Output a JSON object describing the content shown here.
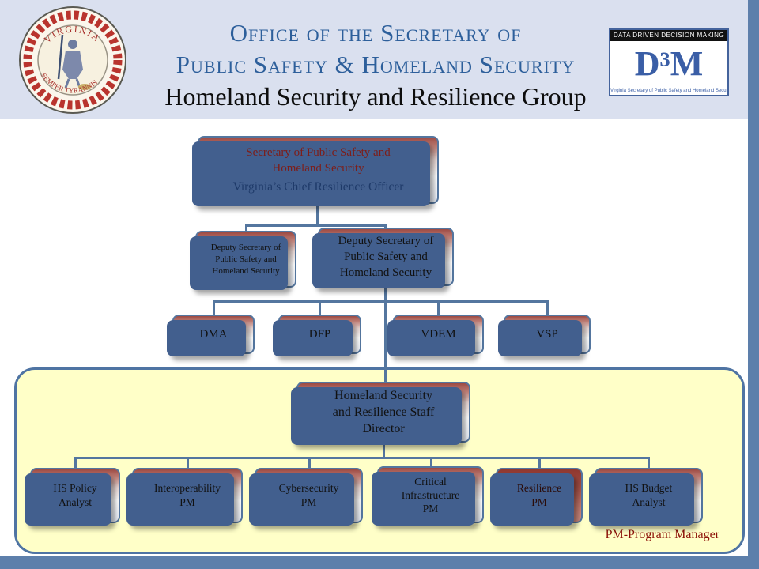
{
  "header": {
    "title_line1": "Office of the Secretary of",
    "title_line2": "Public Safety & Homeland Security",
    "subtitle": "Homeland Security and Resilience Group",
    "d3m_logo": {
      "tagline": "DATA DRIVEN DECISION MAKING",
      "wordmark": "D³M",
      "caption": "Virginia Secretary of Public Safety and Homeland Security"
    },
    "seal": {
      "top_text": "VIRGINIA",
      "bottom_text": "SEMPER TYRANNIS"
    }
  },
  "org_chart": {
    "secretary": {
      "title": "Secretary of Public Safety and\nHomeland Security",
      "subtitle": "Virginia’s Chief Resilience Officer"
    },
    "deputy_left": "Deputy Secretary of\nPublic Safety and\nHomeland Security",
    "deputy_right": "Deputy Secretary of\nPublic Safety and\nHomeland Security",
    "agencies": [
      "DMA",
      "DFP",
      "VDEM",
      "VSP"
    ],
    "director": "Homeland Security\nand Resilience Staff\nDirector",
    "staff": [
      "HS Policy\nAnalyst",
      "Interoperability\nPM",
      "Cybersecurity\nPM",
      "Critical\nInfrastructure\nPM",
      "Resilience\nPM",
      "HS Budget\nAnalyst"
    ],
    "legend": "PM-Program Manager"
  },
  "colors": {
    "accent_blue": "#54769f",
    "header_bg": "#dae0ef",
    "title_blue": "#2d5f9b",
    "panel_yellow": "#ffffc8",
    "secretary_red": "#7e1d18",
    "legend_red": "#8e1309"
  }
}
